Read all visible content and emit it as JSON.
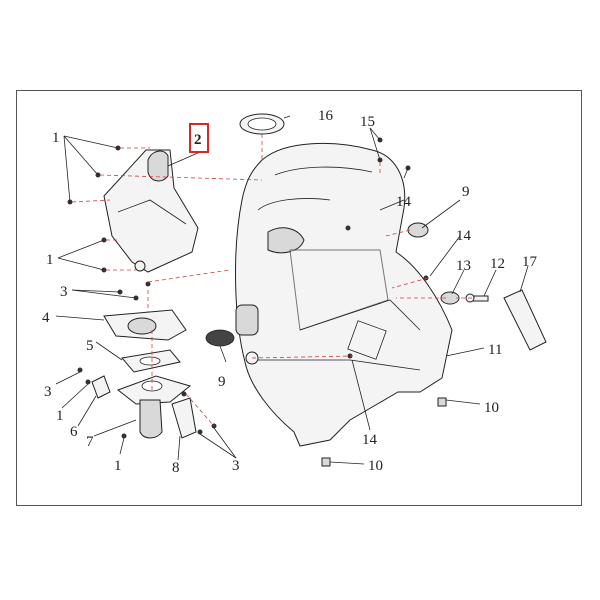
{
  "diagram": {
    "highlighted_callout": "2",
    "highlight_color": "#d62828",
    "callouts": {
      "c1a": "1",
      "c1b": "1",
      "c1c": "1",
      "c1d": "1",
      "c2": "2",
      "c3a": "3",
      "c3b": "3",
      "c3c": "3",
      "c4": "4",
      "c5": "5",
      "c6": "6",
      "c7": "7",
      "c8": "8",
      "c9a": "9",
      "c9b": "9",
      "c10a": "10",
      "c10b": "10",
      "c11": "11",
      "c12": "12",
      "c13": "13",
      "c14a": "14",
      "c14b": "14",
      "c14c": "14",
      "c15": "15",
      "c16": "16",
      "c17": "17"
    }
  }
}
